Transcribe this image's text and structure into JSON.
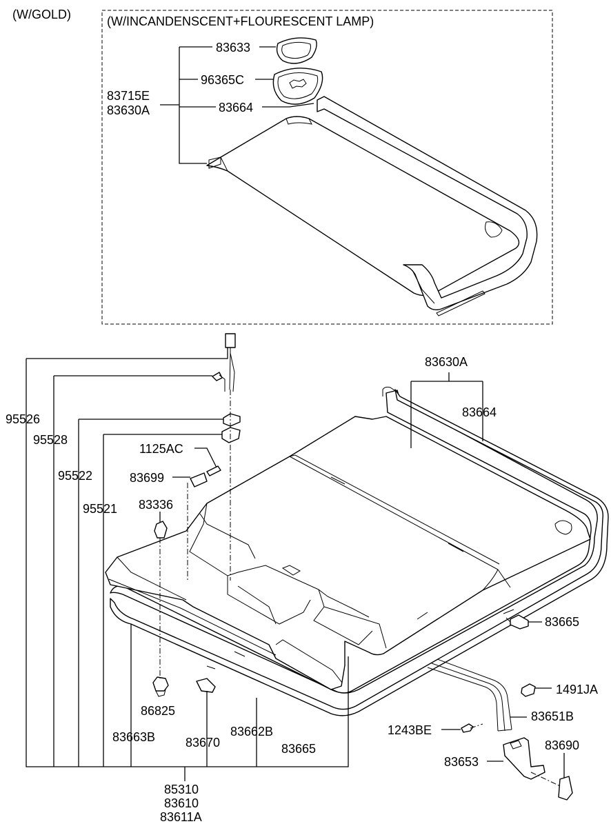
{
  "header": {
    "variant": "(W/GOLD)",
    "lamp_option": "(W/INCANDENSCENT+FLOURESCENT LAMP)"
  },
  "upper_assembly": {
    "group_label_1": "83715E",
    "group_label_2": "83630A",
    "part_1": "83633",
    "part_2": "96365C",
    "part_3": "83664"
  },
  "lower_assembly": {
    "headliner_1": "83630A",
    "headliner_2": "83664",
    "p_95526": "95526",
    "p_95528": "95528",
    "p_95522": "95522",
    "p_95521": "95521",
    "p_1125AC": "1125AC",
    "p_83699": "83699",
    "p_83336": "83336",
    "p_86825": "86825",
    "p_83663B": "83663B",
    "p_83670": "83670",
    "p_83662B": "83662B",
    "p_83665_bottom": "83665",
    "p_83665_right": "83665",
    "p_1491JA": "1491JA",
    "p_83651B": "83651B",
    "p_1243BE": "1243BE",
    "p_83690": "83690",
    "p_83653": "83653",
    "assembly_1": "85310",
    "assembly_2": "83610",
    "assembly_3": "83611A"
  }
}
